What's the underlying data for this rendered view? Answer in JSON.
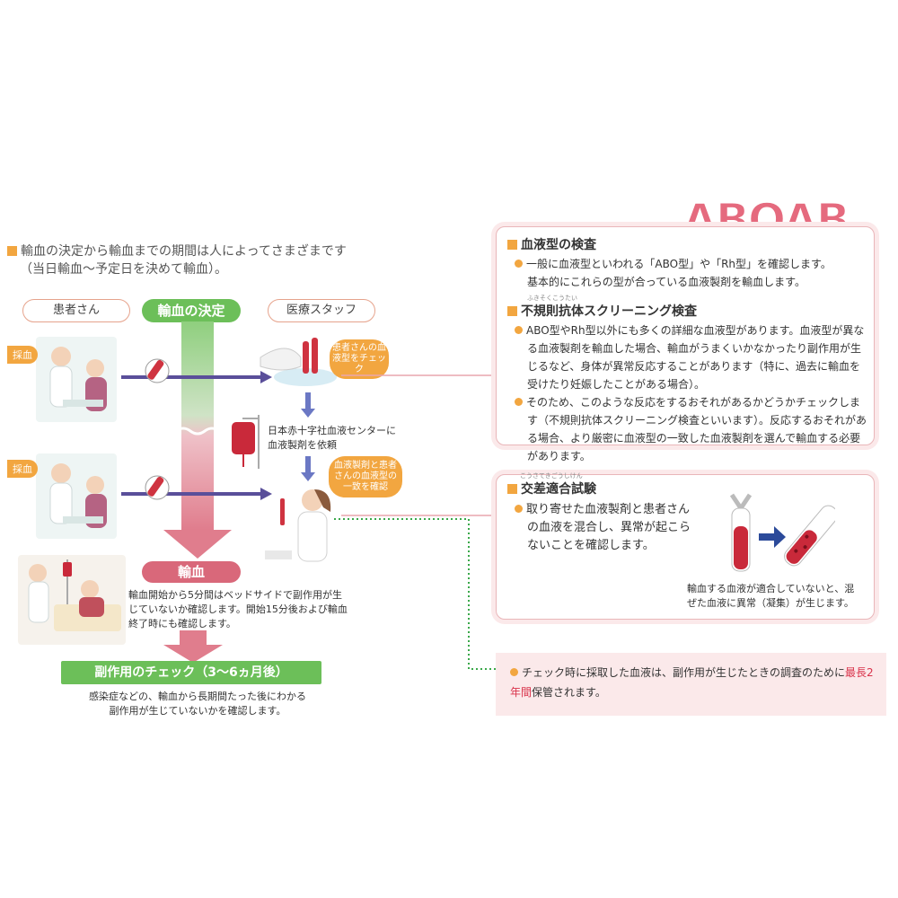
{
  "intro": {
    "line1": "輸血の決定から輸血までの期間は人によってさまざまです",
    "line2": "（当日輸血〜予定日を決めて輸血）。"
  },
  "flow": {
    "patient_label": "患者さん",
    "decision_label": "輸血の決定",
    "staff_label": "医療スタッフ",
    "blood_draw_tag_1": "採血",
    "blood_draw_tag_2": "採血",
    "bubble_check_type": "患者さんの血液型をチェック",
    "red_cross_request": "日本赤十字社血液センターに血液製剤を依頼",
    "bubble_match": "血液製剤と患者さんの血液型の一致を確認",
    "transfusion_label": "輸血",
    "transfusion_note": "輸血開始から5分間はベッドサイドで副作用が生じていないか確認します。開始15分後および輸血終了時にも確認します。",
    "side_effect_label": "副作用のチェック（3〜6ヵ月後）",
    "side_effect_note": "感染症などの、輸血から長期間たった後にわかる副作用が生じていないかを確認します。"
  },
  "abo_logo": "ABOAB",
  "panel1": {
    "heading1": "血液型の検査",
    "item1": "一般に血液型といわれる「ABO型」や「Rh型」を確認します。",
    "item1_cont": "基本的にこれらの型が合っている血液製剤を輸血します。",
    "heading2": "不規則抗体スクリーニング検査",
    "heading2_ruby": "ふきそくこうたい",
    "item2": "ABO型やRh型以外にも多くの詳細な血液型があります。血液型が異なる血液製剤を輸血した場合、輸血がうまくいかなかったり副作用が生じるなど、身体が異常反応することがあります（特に、過去に輸血を受けたり妊娠したことがある場合）。",
    "item3": "そのため、このような反応をするおそれがあるかどうかチェックします（不規則抗体スクリーニング検査といいます）。反応するおそれがある場合、より厳密に血液型の一致した血液製剤を選んで輸血する必要があります。"
  },
  "panel2": {
    "heading": "交差適合試験",
    "heading_ruby": "こうさてきごうしけん",
    "text": "取り寄せた血液製剤と患者さんの血液を混合し、異常が起こらないことを確認します。",
    "caption": "輸血する血液が適合していないと、混ぜた血液に異常（凝集）が生じます。"
  },
  "storage": {
    "text_before": "チェック時に採取した血液は、副作用が生じたときの調査のために",
    "highlight": "最長2年間",
    "text_after": "保管されます。"
  },
  "colors": {
    "accent_orange": "#f2a640",
    "green": "#6cbf59",
    "pink": "#d9687a",
    "highlight_red": "#d9324a",
    "panel_border": "#e9b6b9"
  }
}
